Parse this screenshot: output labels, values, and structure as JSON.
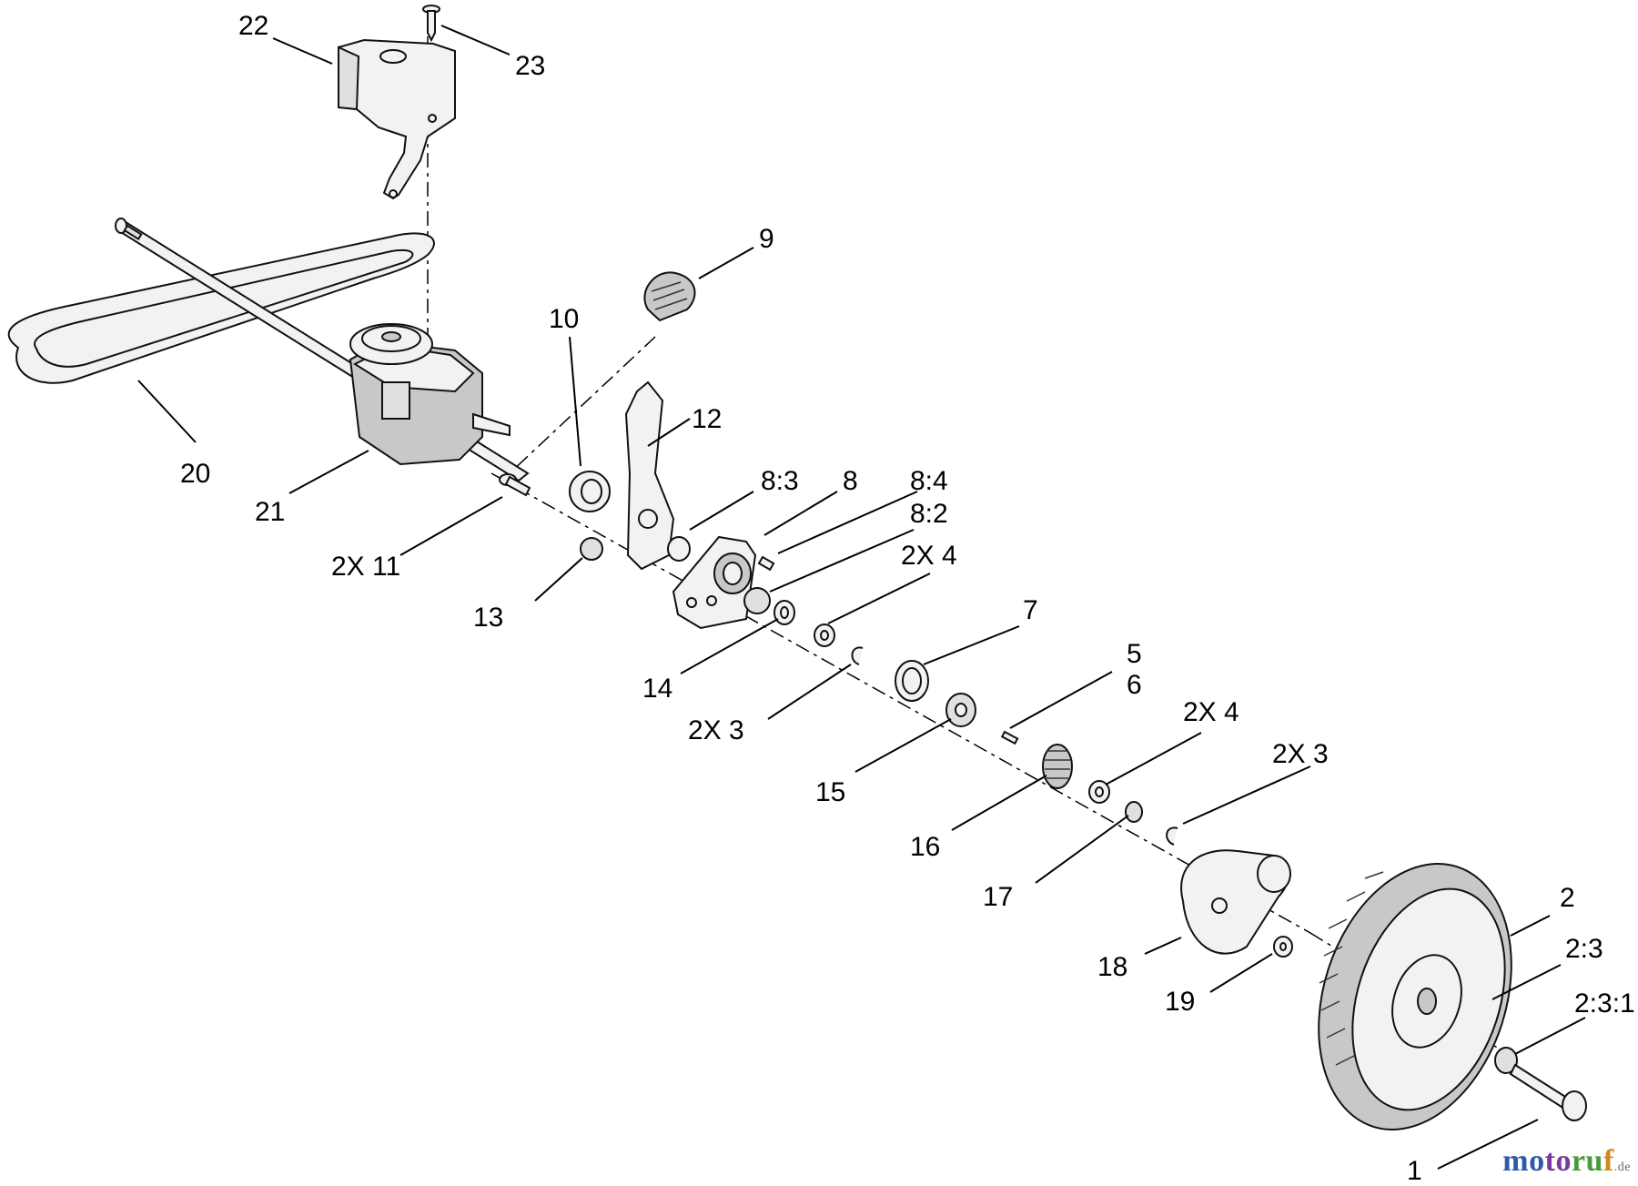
{
  "callouts": [
    {
      "id": "c22",
      "text": "22"
    },
    {
      "id": "c23",
      "text": "23"
    },
    {
      "id": "c9",
      "text": "9"
    },
    {
      "id": "c10",
      "text": "10"
    },
    {
      "id": "c12",
      "text": "12"
    },
    {
      "id": "c20",
      "text": "20"
    },
    {
      "id": "c21",
      "text": "21"
    },
    {
      "id": "c83",
      "text": "8:3"
    },
    {
      "id": "c8",
      "text": "8"
    },
    {
      "id": "c84",
      "text": "8:4"
    },
    {
      "id": "c82",
      "text": "8:2"
    },
    {
      "id": "c11",
      "text": "2X 11"
    },
    {
      "id": "c4a",
      "text": "2X 4"
    },
    {
      "id": "c13",
      "text": "13"
    },
    {
      "id": "c7",
      "text": "7"
    },
    {
      "id": "c14",
      "text": "14"
    },
    {
      "id": "c5",
      "text": "5"
    },
    {
      "id": "c6",
      "text": "6"
    },
    {
      "id": "c3a",
      "text": "2X 3"
    },
    {
      "id": "c4b",
      "text": "2X 4"
    },
    {
      "id": "c3b",
      "text": "2X  3"
    },
    {
      "id": "c15",
      "text": "15"
    },
    {
      "id": "c16",
      "text": "16"
    },
    {
      "id": "c17",
      "text": "17"
    },
    {
      "id": "c2",
      "text": "2"
    },
    {
      "id": "c18",
      "text": "18"
    },
    {
      "id": "c23b",
      "text": "2:3"
    },
    {
      "id": "c19",
      "text": "19"
    },
    {
      "id": "c231",
      "text": "2:3:1"
    },
    {
      "id": "c1",
      "text": "1"
    }
  ],
  "watermark": {
    "part1": "mo",
    "part2": "to",
    "part3": "ru",
    "part4": "f",
    "suffix": ".de"
  }
}
